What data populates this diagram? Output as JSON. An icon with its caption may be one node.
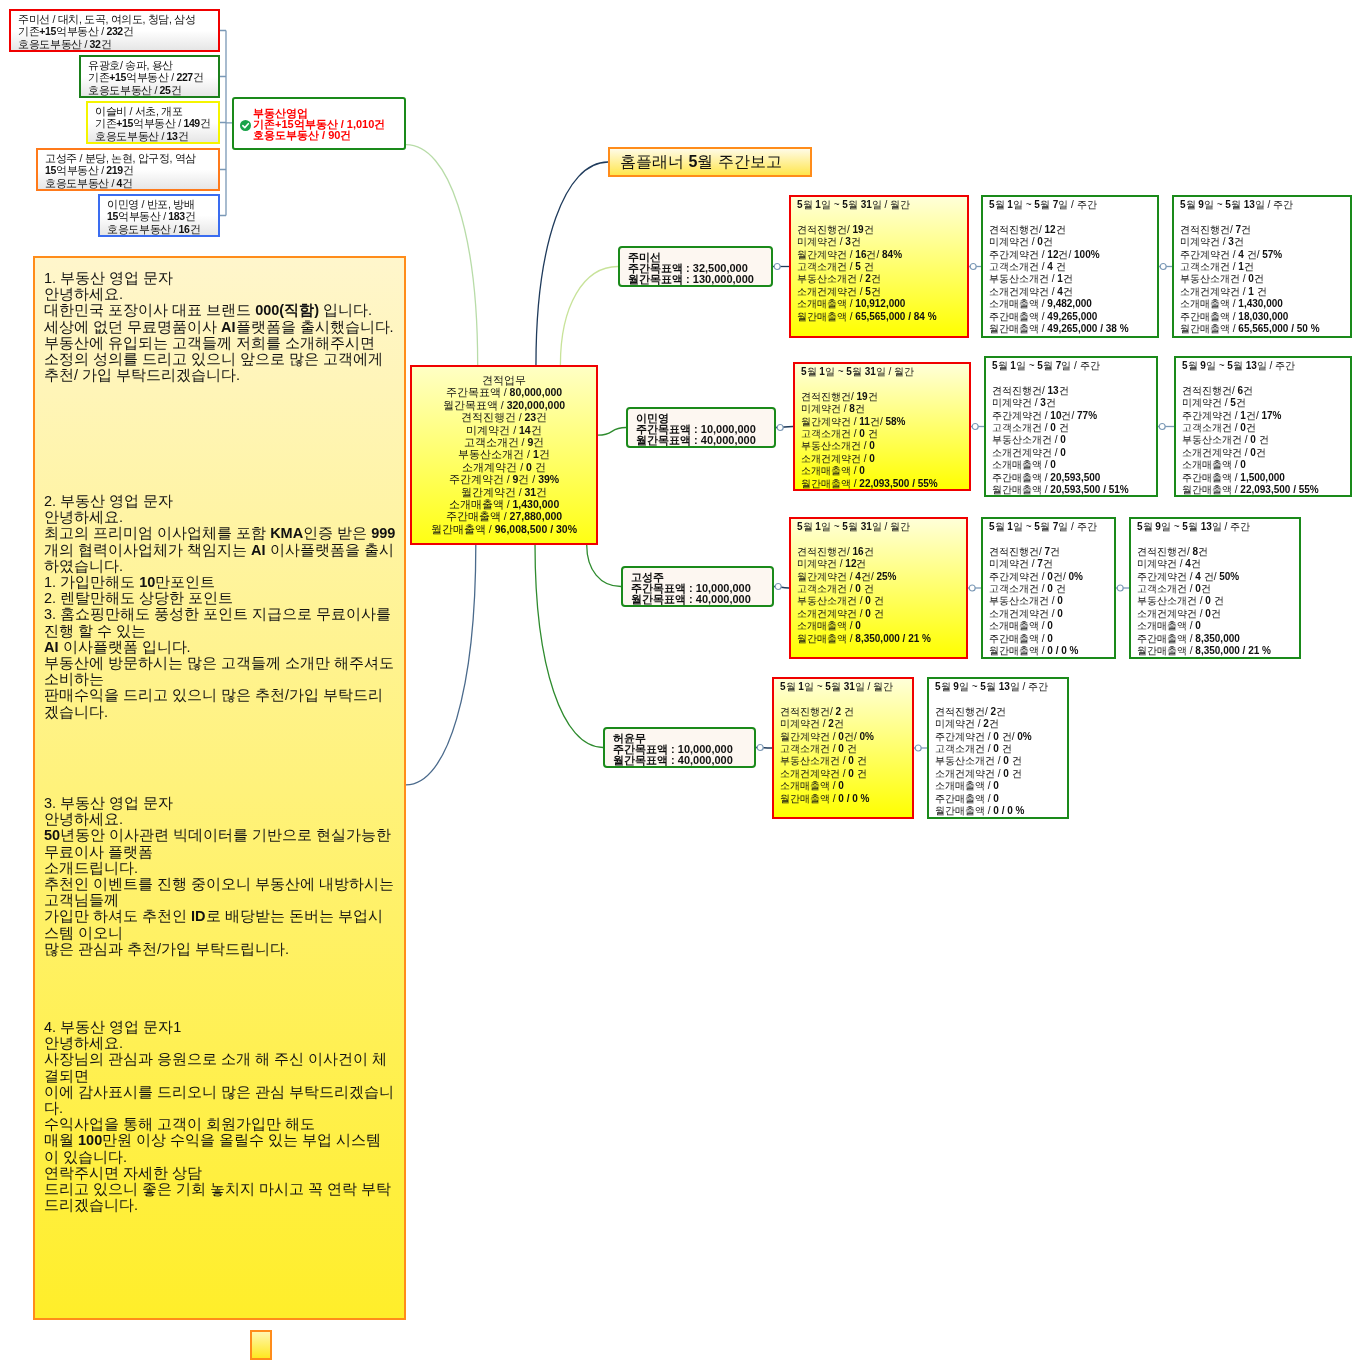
{
  "diagram": {
    "nodes": [
      {
        "text": [
          "주미선 / 대치, 도곡, 여의도, 청담, 삼성",
          "기존**+15**억부동산 / **232**건",
          "호응도부동산 / **32**건"
        ]
      },
      {
        "text": [
          "유광호/ 송파, 용산",
          "기존**+15**억부동산 / **227**건",
          "호응도부동산 / **25**건"
        ]
      },
      {
        "text": [
          "이슬비 / 서초, 개포",
          "기존**+15**억부동산 / **149**건",
          "호응도부동산 / **13**건"
        ]
      },
      {
        "text": [
          "고성주 / 분당, 논현, 압구정, 역삼",
          "**15**억부동산 / **219**건",
          "호응도부동산 / **4**건"
        ]
      },
      {
        "text": [
          "이민영 / 반포, 방배",
          "**15**억부동산 / **183**건",
          "호응도부동산 / **16**건"
        ]
      },
      {
        "text": [
          "부동산영업",
          "기존+15억부동산 / 1,010건",
          "호응도부동산 / 90건"
        ]
      },
      {
        "text": [
          "홈플래너 **5**월 주간보고"
        ]
      },
      {
        "text": [
          "주미선",
          "주간목표액 : 32,500,000",
          "월간목표액 : 130,000,000"
        ]
      },
      {
        "text": [
          "**5**월 **1**일 ~ **5**월 **31**일 / 월간",
          "견적진행건/ **19**건",
          "미계약건 / **3**건",
          "월간계약건 / **16**건/ **84%**",
          "고객소개건 / **5** 건",
          "부동산소개건 / **2**건",
          "소개건계약건 / **5**건",
          "소개매출액 / **10,912,000**",
          "월간매출액 / **65,565,000 / 84 %**"
        ]
      },
      {
        "text": [
          "**5**월 **1**일 ~ **5**월 **7**일 / 주간",
          "견적진행건/ **12**건",
          "미계약건 / **0**건",
          "주간계약건 / **12**건/ **100%**",
          "고객소개건 / **4** 건",
          "부동산소개건 / **1**건",
          "소개건계약건 / **4**건",
          "소개매출액 / **9,482,000**",
          "주간매출액 / **49,265,000**",
          "월간매출액 / **49,265,000 / 38 %**"
        ]
      },
      {
        "text": [
          "**5**월 **9**일 ~ **5**월 **13**일 / 주간",
          "견적진행건/ **7**건",
          "미계약건 / **3**건",
          "주간계약건 / **4** 건/ **57%**",
          "고객소개건 / **1**건",
          "부동산소개건 / **0**건",
          "소개건계약건 / **1** 건",
          "소개매출액 / **1,430,000**",
          "주간매출액 / **18,030,000**",
          "월간매출액 / **65,565,000 / 50 %**"
        ]
      },
      {
        "text": [
          "1. 부동산 영업 문자",
          "안녕하세요.",
          "대한민국 포장이사 대표 브랜드 **000(직함)** 입니다.",
          "세상에 없던 무료명품이사 **AI**플랫폼을 출시했습니다.",
          "부동산에 유입되는 고객들께 저희를 소개해주시면",
          "소정의 성의를 드리고 있으니 앞으로 많은 고객에게 추천/ 가입 부탁드리겠습니다.",
          "2. 부동산 영업 문자",
          "안녕하세요.",
          "최고의 프리미엄 이사업체를 포함 **KMA**인증 받은 **999**개의 협력이사업체가 책임지는 **AI** 이사플랫폼을 출시하였습니다.",
          "1. 가입만해도 **10**만포인트",
          "2. 렌탈만해도 상당한 포인트",
          "3. 홈쇼핑만해도 풍성한 포인트 지급으로 무료이사를 진행 할 수 있는",
          "**AI** 이사플랫폼 입니다.",
          "부동산에 방문하시는 많은 고객들께 소개만 해주셔도 소비하는",
          "판매수익을 드리고 있으니 많은 추천/가입 부탁드리겠습니다.",
          "3. 부동산 영업 문자",
          "안녕하세요.",
          "**50**년동안 이사관련 빅데이터를 기반으로 현실가능한 무료이사 플랫폼",
          "소개드립니다.",
          "추천인 이벤트를 진행 중이오니 부동산에 내방하시는 고객님들께",
          "가입만 하셔도 추천인 **ID**로 배당받는 돈버는 부업시스템 이오니",
          "많은 관심과 추천/가입 부탁드립니다.",
          "4. 부동산 영업 문자1",
          "안녕하세요.",
          "사장님의 관심과 응원으로 소개 해 주신 이사건이 체결되면",
          "이에 감사표시를 드리오니 많은 관심 부탁드리겠습니다.",
          "수익사업을 통해 고객이 회원가입만 해도",
          "매월 **100**만원 이상 수익을 올릴수 있는 부업 시스템이 있습니다.",
          "연락주시면 자세한 상담",
          "드리고 있으니 좋은 기회 놓치지 마시고 꼭 연락 부탁드리겠습니다."
        ]
      },
      {
        "text": [
          "견적업무",
          "주간목표액 / **80,000,000**",
          "월간목표액 / **320,000,000**",
          "견적진행건 / **23**건",
          "미계약건 / **14**건",
          "고객소개건 / **9**건",
          "부동산소개건 / **1**건",
          "소개계약건 / **0** 건",
          "주간계약건 / **9**건 / **39%**",
          "월간계약건 / **31**건",
          "소개매출액 / **1,430,000**",
          "주간매출액 / **27,880,000**",
          "월간매출액 / **96,008,500 / 30%**"
        ]
      },
      {
        "text": [
          "이민영",
          "주간목표액 : 10,000,000",
          "월간목표액 : 40,000,000"
        ]
      },
      {
        "text": [
          "**5**월 **1**일 ~ **5**월 **31**일 / 월간",
          "견적진행건/ **19**건",
          "미계약건 / **8**건",
          "월간계약건 / **11**건/ **58%**",
          "고객소개건 / **0** 건",
          "부동산소개건 / **0**",
          "소개건계약건 / **0**",
          "소개매출액 / **0**",
          "월간매출액 / **22,093,500 / 55%**"
        ]
      },
      {
        "text": [
          "**5**월 **1**일 ~ **5**월 **7**일 / 주간",
          "견적진행건/ **13**건",
          "미계약건 / **3**건",
          "주간계약건 / **10**건/ **77%**",
          "고객소개건 / **0** 건",
          "부동산소개건 / **0**",
          "소개건계약건 / **0**",
          "소개매출액 / **0**",
          "주간매출액 / **20,593,500**",
          "월간매출액 / **20,593,500 / 51%**"
        ]
      },
      {
        "text": [
          "**5**월 **9**일 ~ **5**월 **13**일 / 주간",
          "견적진행건/ **6**건",
          "미계약건 / **5**건",
          "주간계약건 / **1**건/ **17%**",
          "고객소개건 / **0**건",
          "부동산소개건 / **0** 건",
          "소개건계약건 / **0**건",
          "소개매출액 / **0**",
          "주간매출액 / **1,500,000**",
          "월간매출액 / **22,093,500 / 55%**"
        ]
      },
      {
        "text": [
          "고성주",
          "주간목표액 : 10,000,000",
          "월간목표액 : 40,000,000"
        ]
      },
      {
        "text": [
          "**5**월 **1**일 ~ **5**월 **31**일 / 월간",
          "견적진행건/ **16**건",
          "미계약건 / **12**건",
          "월간계약건 / **4**건/ **25%**",
          "고객소개건 / **0** 건",
          "부동산소개건 / **0** 건",
          "소개건계약건 / **0** 건",
          "소개매출액 / **0**",
          "월간매출액 / **8,350,000 / 21 %**"
        ]
      },
      {
        "text": [
          "**5**월 **1**일 ~ **5**월 **7**일 / 주간",
          "견적진행건/ **7**건",
          "미계약건 / **7**건",
          "주간계약건 / **0**건/ **0%**",
          "고객소개건 / **0** 건",
          "부동산소개건 / **0**",
          "소개건계약건 / **0**",
          "소개매출액 / **0**",
          "주간매출액 / **0**",
          "월간매출액 / **0 / 0 %**"
        ]
      },
      {
        "text": [
          "**5**월 **9**일 ~ **5**월 **13**일 / 주간",
          "견적진행건/ **8**건",
          "미계약건 / **4**건",
          "주간계약건 / **4** 건/ **50%**",
          "고객소개건 / **0**건",
          "부동산소개건 / **0** 건",
          "소개건계약건 / **0**건",
          "소개매출액 / **0**",
          "주간매출액 / **8,350,000**",
          "월간매출액 / **8,350,000 / 21 %**"
        ]
      },
      {
        "text": [
          "허윤무",
          "주간목표액 : 10,000,000",
          "월간목표액 : 40,000,000"
        ]
      },
      {
        "text": [
          "**5**월 **1**일 ~ **5**월 **31**일 / 월간",
          "견적진행건/ **2** 건",
          "미계약건 / **2**건",
          "월간계약건 / **0**건/ **0%**",
          "고객소개건 / **0** 건",
          "부동산소개건 / **0** 건",
          "소개건계약건 / **0** 건",
          "소개매출액 / **0**",
          "월간매출액 / **0 / 0 %**"
        ]
      },
      {
        "text": [
          "**5**월 **9**일 ~ **5**월 **13**일 / 주간",
          "견적진행건/ **2**건",
          "미계약건 / **2**건",
          "주간계약건 / **0** 건/ **0%**",
          "고객소개건 / **0** 건",
          "부동산소개건 / **0** 건",
          "소개건계약건 / **0** 건",
          "소개매출액 / **0**",
          "주간매출액 / **0**",
          "월간매출액 / **0 / 0 %**"
        ]
      },
      {
        "text": [],
        "shape": "box"
      }
    ],
    "edges": [
      {
        "from": 5,
        "to": 0,
        "arrow": "none"
      },
      {
        "from": 5,
        "to": 1,
        "arrow": "none"
      },
      {
        "from": 5,
        "to": 2,
        "arrow": "none"
      },
      {
        "from": 5,
        "to": 3,
        "arrow": "none"
      },
      {
        "from": 5,
        "to": 4,
        "arrow": "none"
      },
      {
        "from": 12,
        "to": 5,
        "arrow": "none",
        "color": "#b8dca8"
      },
      {
        "from": 12,
        "to": 6,
        "arrow": "none",
        "color": "#1f3b5c"
      },
      {
        "from": 12,
        "to": 7,
        "arrow": "none",
        "color": "#c8e39a"
      },
      {
        "from": 7,
        "to": 8,
        "arrow": "other",
        "color": "#1f3b5c"
      },
      {
        "from": 8,
        "to": 9,
        "arrow": "other"
      },
      {
        "from": 9,
        "to": 10,
        "arrow": "other"
      },
      {
        "from": 12,
        "to": 13,
        "arrow": "none",
        "color": "#2e8b2e"
      },
      {
        "from": 13,
        "to": 14,
        "arrow": "other",
        "color": "#1f3b5c"
      },
      {
        "from": 14,
        "to": 15,
        "arrow": "other"
      },
      {
        "from": 15,
        "to": 16,
        "arrow": "other"
      },
      {
        "from": 12,
        "to": 17,
        "arrow": "none",
        "color": "#2e8b2e"
      },
      {
        "from": 17,
        "to": 18,
        "arrow": "other",
        "color": "#1f3b5c"
      },
      {
        "from": 18,
        "to": 19,
        "arrow": "other"
      },
      {
        "from": 19,
        "to": 20,
        "arrow": "other"
      },
      {
        "from": 12,
        "to": 21,
        "arrow": "none",
        "color": "#2e8b2e"
      },
      {
        "from": 21,
        "to": 22,
        "arrow": "other",
        "color": "#1f3b5c"
      },
      {
        "from": 22,
        "to": 23,
        "arrow": "other"
      },
      {
        "from": 12,
        "to": 11,
        "arrow": "none",
        "color": "#4a6a8c"
      }
    ]
  }
}
